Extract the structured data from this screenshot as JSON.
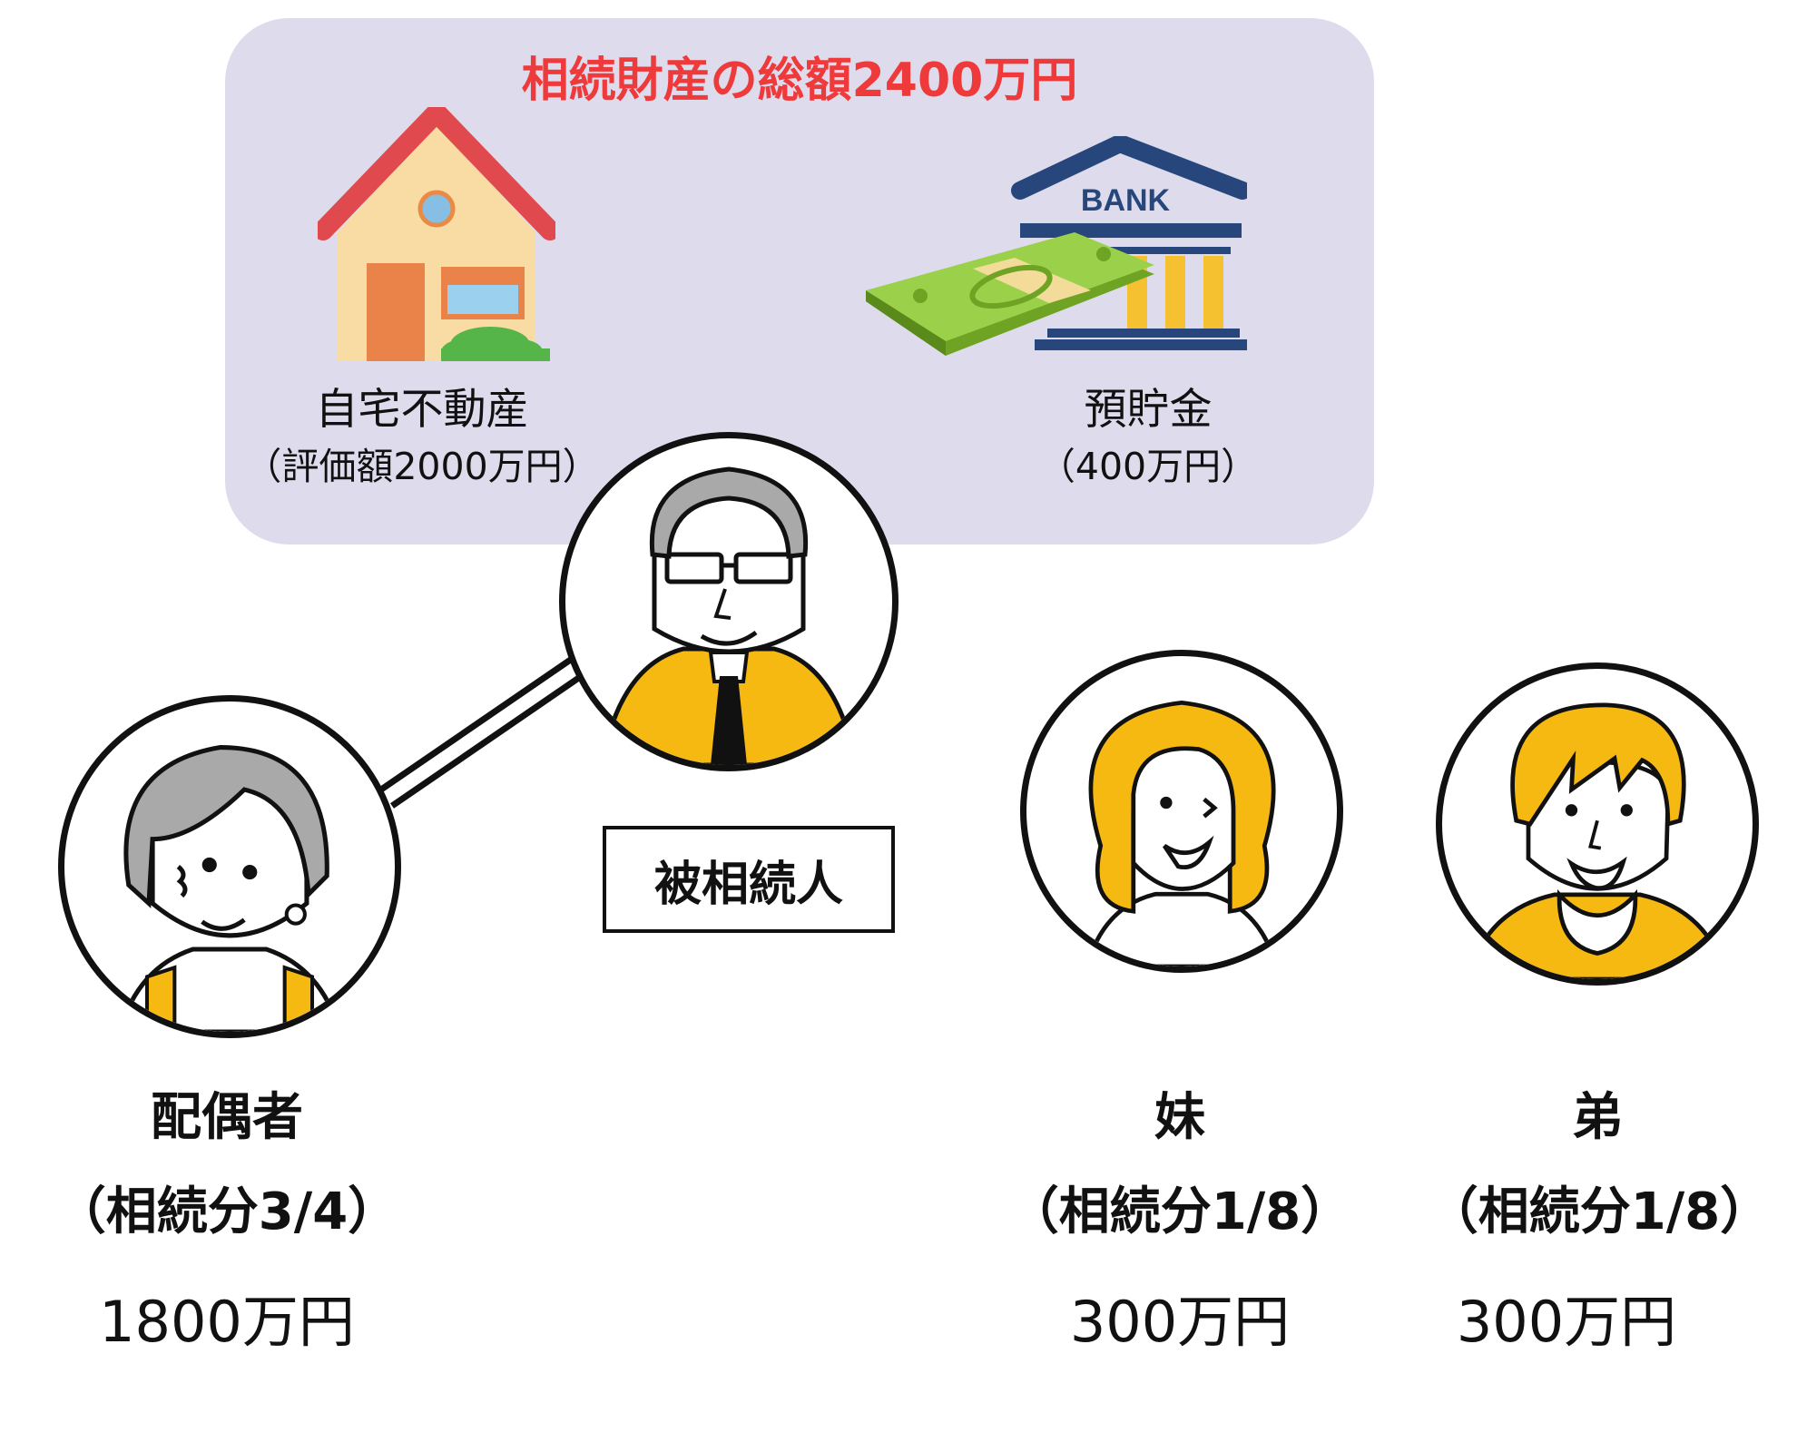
{
  "estate": {
    "title": "相続財産の総額2400万円",
    "title_color": "#ee3a3a",
    "panel_color": "#dedcec",
    "assets": [
      {
        "name": "自宅不動産",
        "value": "（評価額2000万円）",
        "icon": "house-icon"
      },
      {
        "name": "預貯金",
        "value": "（400万円）",
        "icon": "bank-money-icon",
        "bank_sign": "BANK"
      }
    ]
  },
  "decedent": {
    "label": "被相続人",
    "icon": "elderly-man-avatar"
  },
  "heirs": [
    {
      "relation": "配偶者",
      "share": "（相続分3/4）",
      "amount": "1800万円",
      "icon": "elderly-woman-avatar"
    },
    {
      "relation": "妹",
      "share": "（相続分1/8）",
      "amount": "300万円",
      "icon": "young-woman-avatar"
    },
    {
      "relation": "弟",
      "share": "（相続分1/8）",
      "amount": "300万円",
      "icon": "young-man-avatar"
    }
  ],
  "colors": {
    "accent_yellow": "#f6b912",
    "outline": "#111111",
    "hair_gray": "#a9a9a9"
  }
}
